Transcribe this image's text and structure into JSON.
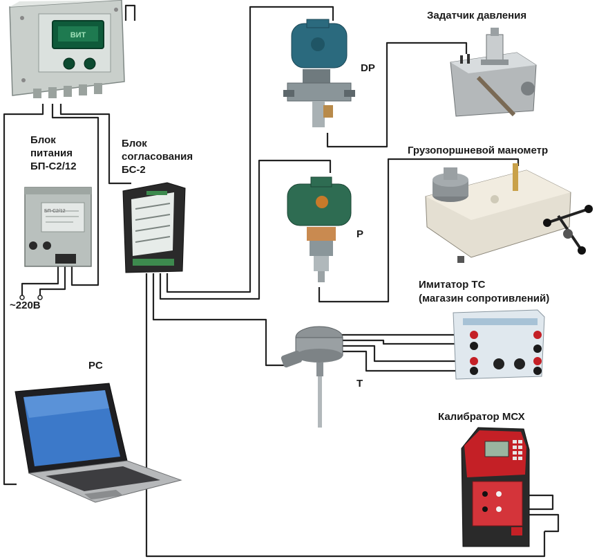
{
  "labels": {
    "pressure_setter": "Задатчик давления",
    "dp": "DP",
    "power_unit": [
      "Блок",
      "питания",
      "БП-С2/12"
    ],
    "matching_unit": [
      "Блок",
      "согласования",
      "БС-2"
    ],
    "deadweight_tester": "Грузопоршневой манометр",
    "p": "P",
    "resistance_simulator": [
      "Имитатор ТС",
      "(магазин сопротивлений)"
    ],
    "mains": "~220В",
    "pc": "PC",
    "t": "T",
    "calibrator": "Калибратор МСХ",
    "monitor_display": "ВИТ",
    "power_unit_screen": "БП-С2/12"
  },
  "colors": {
    "wire": "#222222",
    "monitor_body": "#c8ccc8",
    "display_green": "#0f5a3a",
    "transmitter_blue": "#2b6a7e",
    "calibrator_red": "#c42026",
    "simulator_panel": "#d6e6f0"
  }
}
